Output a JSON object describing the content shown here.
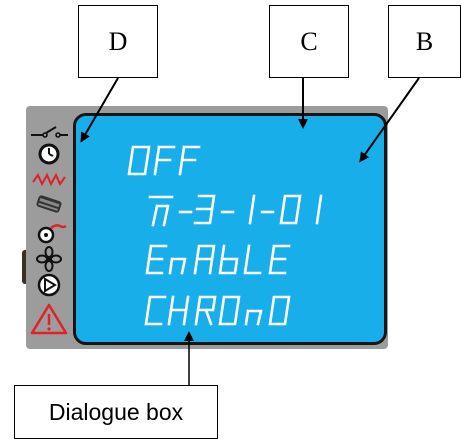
{
  "callouts": {
    "d": "D",
    "c": "C",
    "b": "B",
    "dialogue": "Dialogue box"
  },
  "lcd": {
    "line1": "OFF",
    "line2": "ᥒ-3- 1-01",
    "line3": "EnAbLE",
    "line4": "CHROnO"
  },
  "icons": [
    "switch-icon",
    "clock-icon",
    "heating-wave-icon",
    "burner-icon",
    "pump-icon",
    "fan-icon",
    "play-icon",
    "warning-icon"
  ],
  "colors": {
    "screen": "#18aeea",
    "bezel": "#151515",
    "panel": "#9c9c9c",
    "alert": "#e0202a",
    "segment": "#ffffff"
  }
}
